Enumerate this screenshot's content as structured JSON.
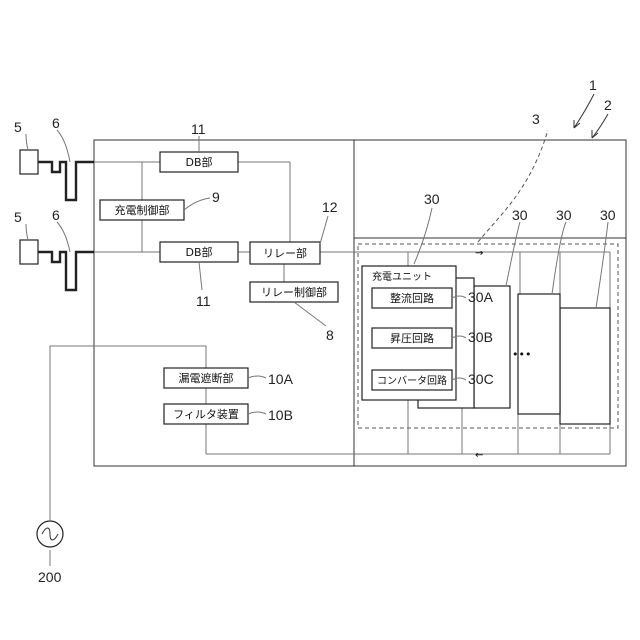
{
  "refs": {
    "system": "1",
    "housing": "2",
    "region": "3",
    "plug_top": "5",
    "plug_bottom": "5",
    "cable_top": "6",
    "cable_bottom": "6",
    "relay_control_ref": "8",
    "charge_control_ref": "9",
    "leak_breaker_ref": "10A",
    "filter_ref": "10B",
    "db_top_ref": "11",
    "db_bottom_ref": "11",
    "relay_ref": "12",
    "unit_ref_main": "30",
    "unit_ref_2": "30",
    "unit_ref_3": "30",
    "unit_ref_4": "30",
    "rectifier_ref": "30A",
    "booster_ref": "30B",
    "converter_ref": "30C",
    "ac_source": "200"
  },
  "blocks": {
    "db_top": "DB部",
    "db_bottom": "DB部",
    "charge_control": "充電制御部",
    "relay": "リレー部",
    "relay_control": "リレー制御部",
    "leak_breaker": "漏電遮断部",
    "filter": "フィルタ装置",
    "charge_unit_title": "充電ユニット",
    "rectifier": "整流回路",
    "booster": "昇圧回路",
    "converter": "コンバータ回路",
    "ellipsis": "•••"
  }
}
